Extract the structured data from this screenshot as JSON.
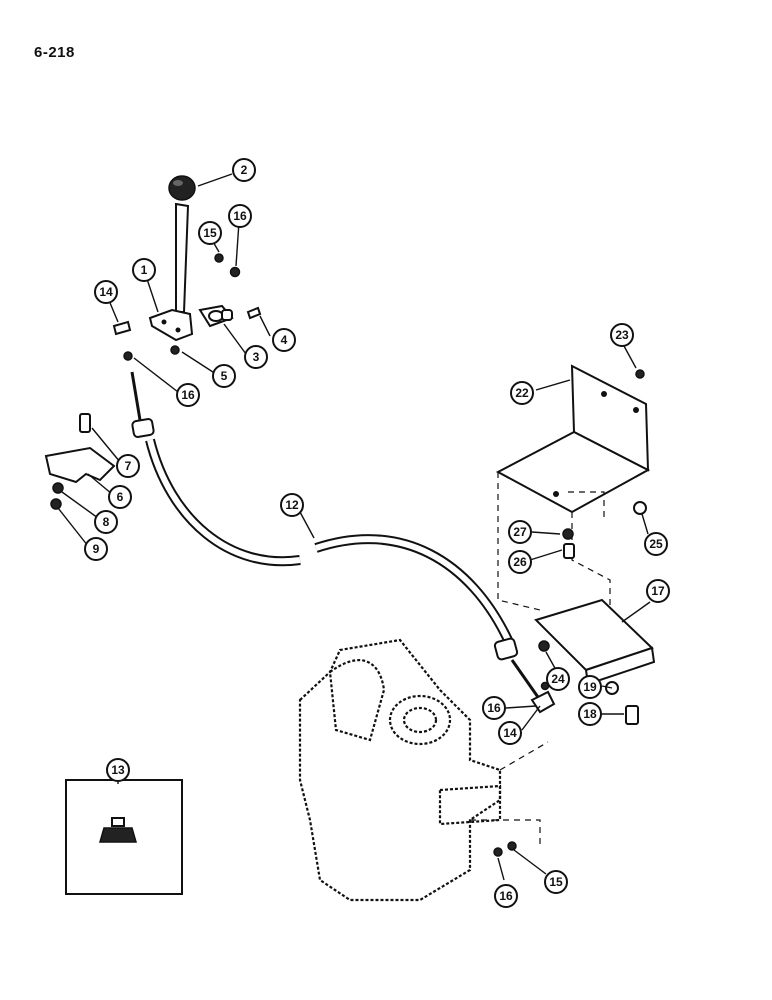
{
  "page": {
    "label": "6-218"
  },
  "callouts": {
    "c1": "1",
    "c2": "2",
    "c3": "3",
    "c4": "4",
    "c5": "5",
    "c6": "6",
    "c7": "7",
    "c8": "8",
    "c9": "9",
    "c12": "12",
    "c13": "13",
    "c14a": "14",
    "c14b": "14",
    "c15a": "15",
    "c15b": "15",
    "c16a": "16",
    "c16b": "16",
    "c16c": "16",
    "c16d": "16",
    "c17": "17",
    "c18": "18",
    "c19": "19",
    "c22": "22",
    "c23": "23",
    "c24": "24",
    "c25": "25",
    "c26": "26",
    "c27": "27"
  }
}
